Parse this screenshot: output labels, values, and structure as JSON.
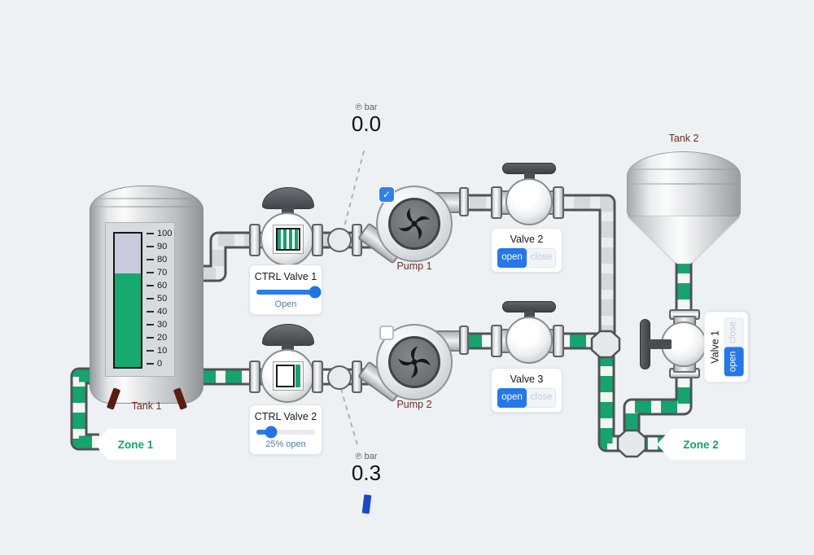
{
  "colors": {
    "flow_green": "#16a36d",
    "accent_blue": "#2677e8",
    "label_maroon": "#6e2b1e",
    "zone_green": "#18a269"
  },
  "icons": {
    "check": "✓"
  },
  "tank1": {
    "label": "Tank 1",
    "level_percent": 70,
    "scale": [
      "100",
      "90",
      "80",
      "70",
      "60",
      "50",
      "40",
      "30",
      "20",
      "10",
      "0"
    ]
  },
  "tank2": {
    "label": "Tank 2"
  },
  "pumps": {
    "pump1": {
      "label": "Pump 1",
      "checked": true
    },
    "pump2": {
      "label": "Pump 2",
      "checked": false
    }
  },
  "ctrl_valve1": {
    "title": "CTRL Valve 1",
    "status": "Open",
    "slider_percent": 100
  },
  "ctrl_valve2": {
    "title": "CTRL Valve 2",
    "status": "25% open",
    "slider_percent": 25
  },
  "valve1": {
    "title": "Valve 1",
    "open_label": "open",
    "close_label": "close",
    "state": "open"
  },
  "valve2": {
    "title": "Valve 2",
    "open_label": "open",
    "close_label": "close",
    "state": "open"
  },
  "valve3": {
    "title": "Valve 3",
    "open_label": "open",
    "close_label": "close",
    "state": "open"
  },
  "zones": {
    "zone1": {
      "label": "Zone 1"
    },
    "zone2": {
      "label": "Zone 2"
    }
  },
  "gauges": {
    "top": {
      "unit_label": "℗ bar",
      "value": "0.0"
    },
    "bottom": {
      "unit_label": "℗ bar",
      "value": "0.3"
    }
  }
}
